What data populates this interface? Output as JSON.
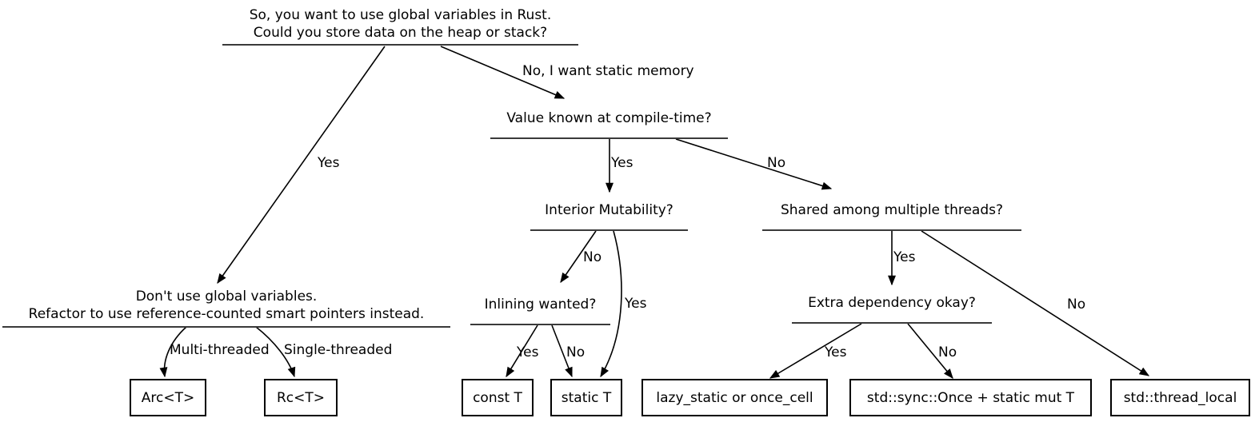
{
  "diagram": {
    "background": "#ffffff",
    "line_color": "#000000",
    "text_color": "#000000",
    "questions": {
      "root": {
        "line1": "So, you want to use global variables in Rust.",
        "line2": "Could you store data on the heap or stack?"
      },
      "dont_use": {
        "line1": "Don't use global variables.",
        "line2": "Refactor to use reference-counted smart pointers instead."
      },
      "value_known": {
        "label": "Value known at compile-time?"
      },
      "interior_mutability": {
        "label": "Interior Mutability?"
      },
      "inlining_wanted": {
        "label": "Inlining wanted?"
      },
      "shared_threads": {
        "label": "Shared among multiple threads?"
      },
      "extra_dependency": {
        "label": "Extra dependency okay?"
      }
    },
    "answers": {
      "arc": "Arc<T>",
      "rc": "Rc<T>",
      "const_t": "const T",
      "static_t": "static T",
      "lazy_static": "lazy_static or once_cell",
      "sync_once": "std::sync::Once + static mut T",
      "thread_local": "std::thread_local"
    },
    "edge_labels": {
      "root_yes": "Yes",
      "root_no": "No, I want static memory",
      "value_yes": "Yes",
      "value_no": "No",
      "interior_no": "No",
      "interior_yes": "Yes",
      "inlining_yes": "Yes",
      "inlining_no": "No",
      "shared_yes": "Yes",
      "shared_no": "No",
      "extra_yes": "Yes",
      "extra_no": "No",
      "multi_threaded": "Multi-threaded",
      "single_threaded": "Single-threaded"
    }
  }
}
